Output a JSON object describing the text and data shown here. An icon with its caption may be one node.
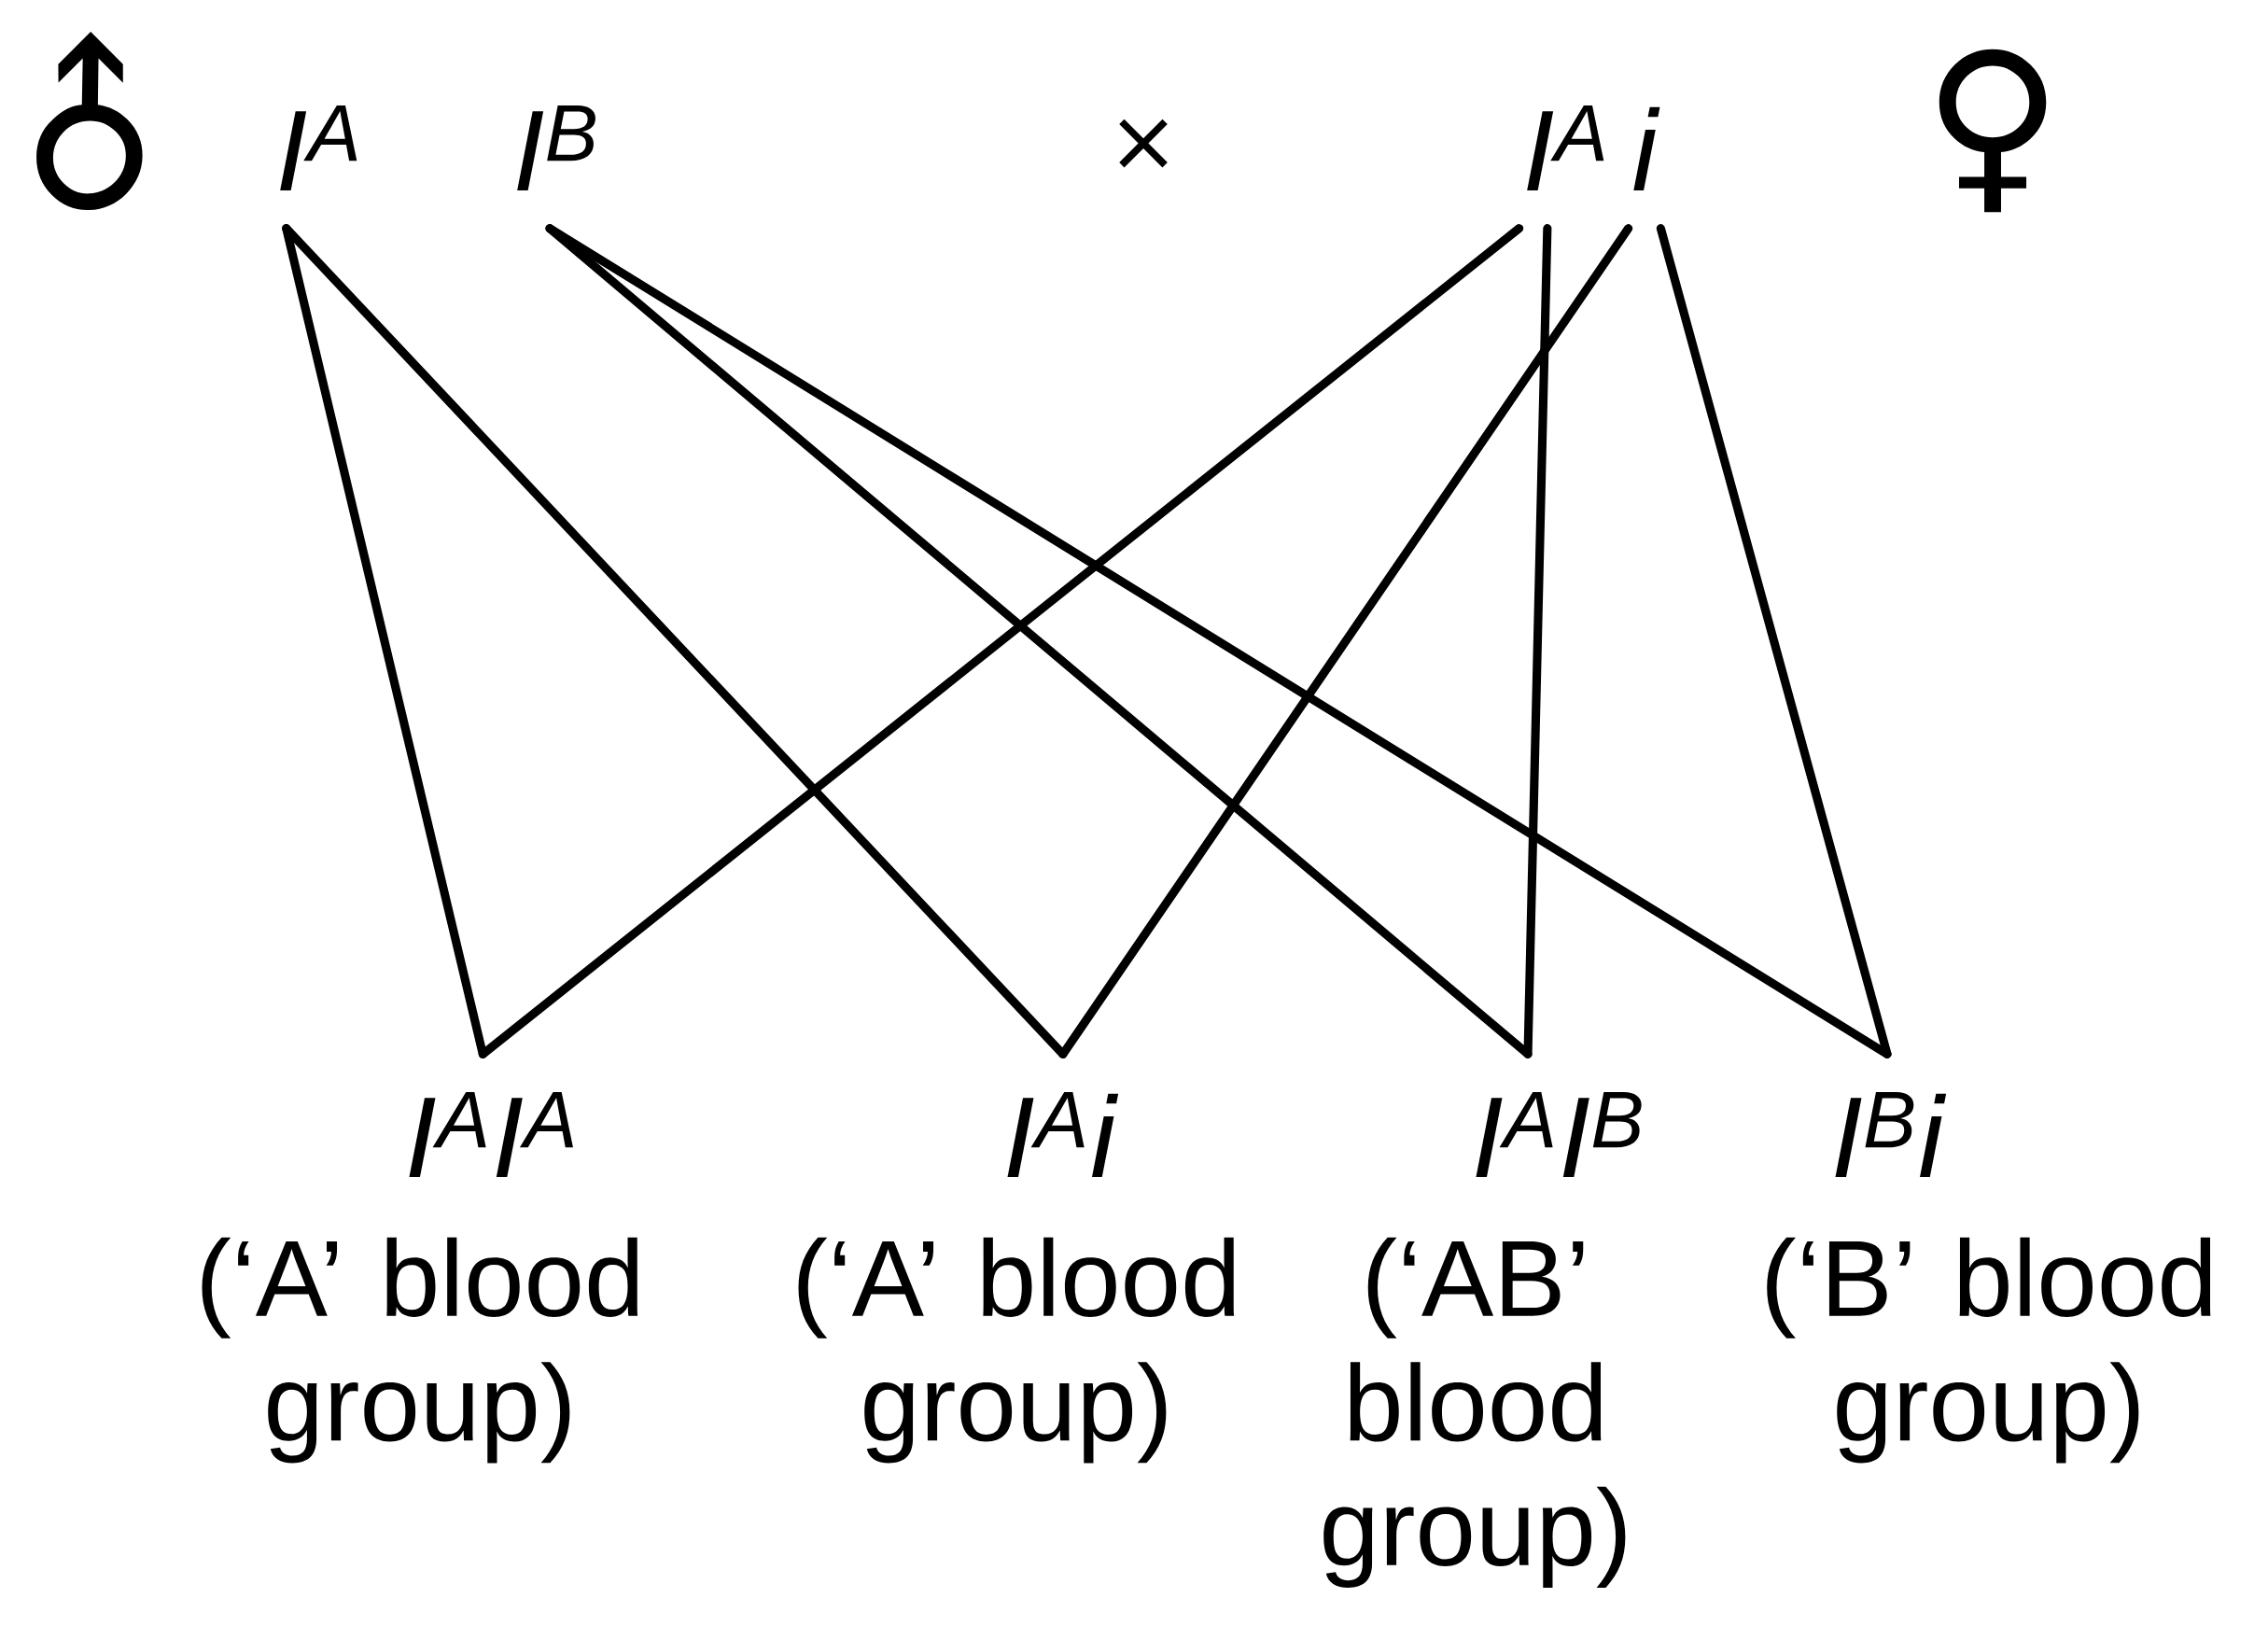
{
  "diagram": {
    "nodes": [
      {
        "text": [
          "I$^{A}$"
        ]
      },
      {
        "text": [
          "I$^{B}$"
        ]
      },
      {
        "text": [
          "I$^{A}$"
        ]
      },
      {
        "text": [
          "i"
        ]
      },
      {
        "text": [
          "I$^{A}$I$^{A}$"
        ],
        "beside": [
          "(‘A’ blood group)"
        ]
      },
      {
        "text": [
          "I$^{A}$i"
        ],
        "beside": [
          "(‘A’ blood group)"
        ]
      },
      {
        "text": [
          "I$^{A}$I$^{B}$"
        ],
        "beside": [
          "(‘AB’ blood group)"
        ]
      },
      {
        "text": [
          "I$^{B}$i"
        ],
        "beside": [
          "(‘B’ blood group)"
        ]
      }
    ],
    "edges": [
      {
        "from": 0,
        "to": 4,
        "arrow": "none"
      },
      {
        "from": 0,
        "to": 5,
        "arrow": "none"
      },
      {
        "from": 1,
        "to": 6,
        "arrow": "none"
      },
      {
        "from": 1,
        "to": 7,
        "arrow": "none"
      },
      {
        "from": 2,
        "to": 4,
        "arrow": "none"
      },
      {
        "from": 2,
        "to": 6,
        "arrow": "none"
      },
      {
        "from": 3,
        "to": 5,
        "arrow": "none"
      },
      {
        "from": 3,
        "to": 7,
        "arrow": "none"
      }
    ],
    "labels": [
      "♂",
      "×",
      "♀"
    ]
  }
}
